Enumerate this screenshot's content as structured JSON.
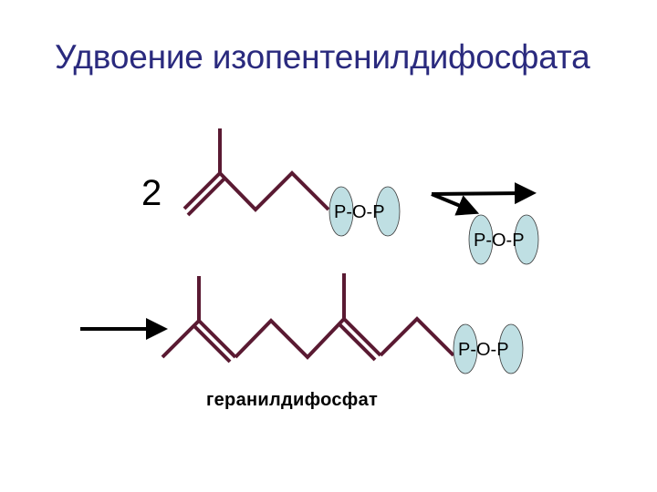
{
  "title": "Удвоение изопентенилдифосфата",
  "reaction": {
    "coefficient": "2",
    "reactant_group_label": "P-O-P",
    "released_group_label": "P-O-P",
    "product_group_label": "P-O-P",
    "product_name": "геранилдифосфат"
  },
  "colors": {
    "title": "#2a2a7e",
    "bond": "#5a1a32",
    "phosphate_fill": "#bfdfe3",
    "arrow": "#000000"
  }
}
